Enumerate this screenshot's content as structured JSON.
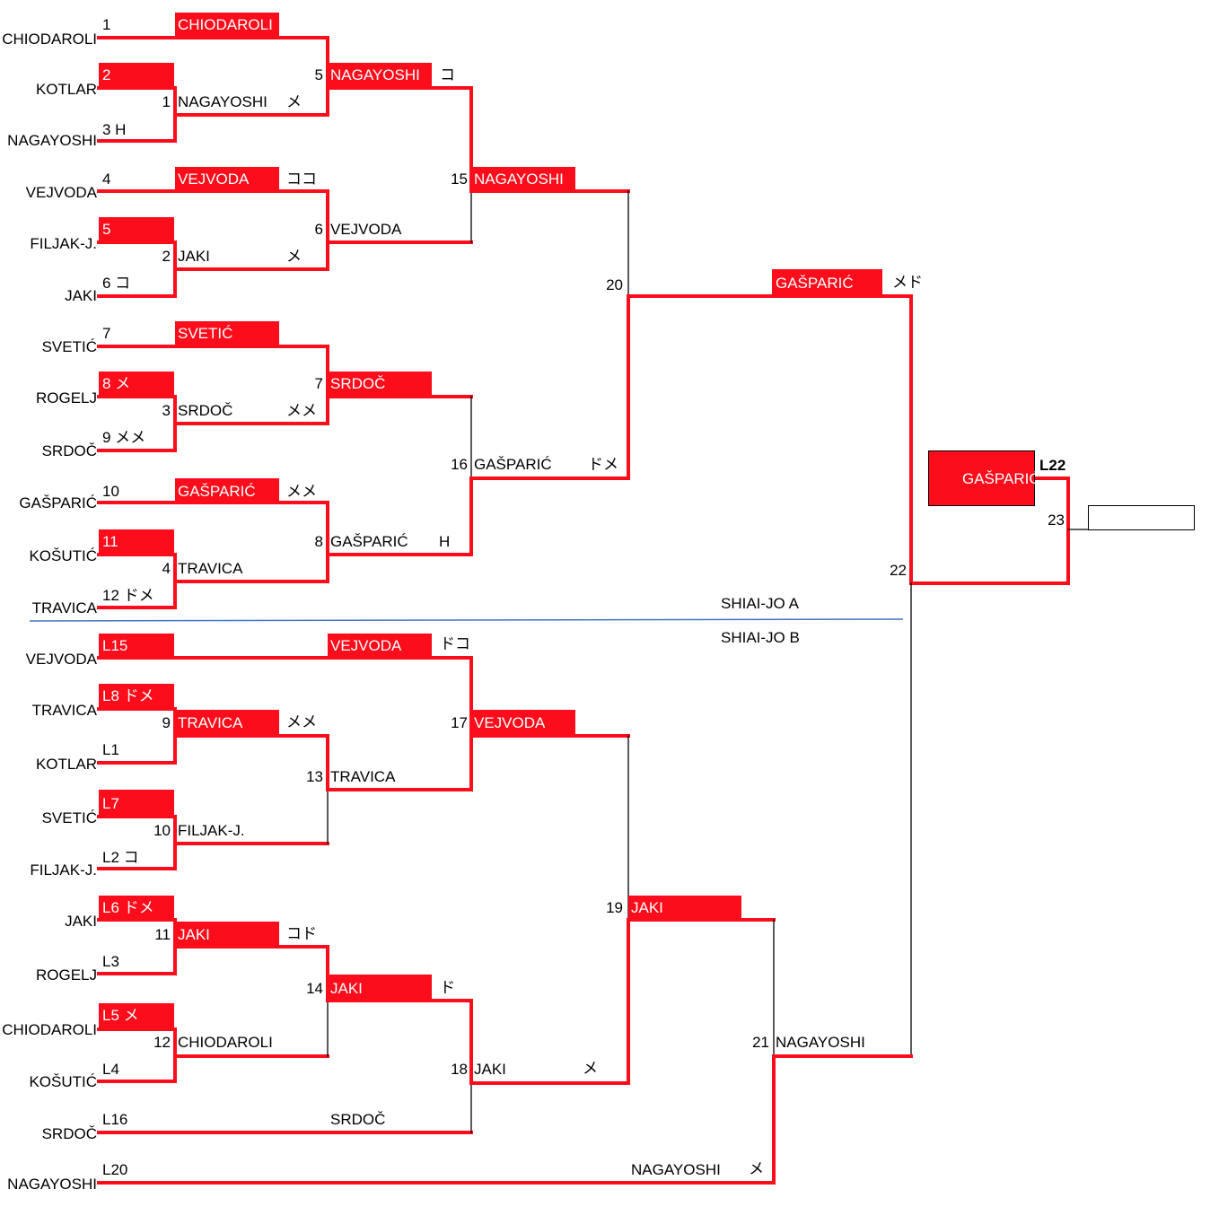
{
  "colors": {
    "win": "#fb0d1b",
    "line": "#000000",
    "divider": "#4472c4"
  },
  "arena": {
    "a": "SHIAI-JO A",
    "b": "SHIAI-JO B"
  },
  "players_a": [
    {
      "n": "1",
      "name": "CHIODAROLI",
      "score": ""
    },
    {
      "n": "2",
      "name": "KOTLAR",
      "score": ""
    },
    {
      "n": "3 H",
      "name": "NAGAYOSHI",
      "score": ""
    },
    {
      "n": "4",
      "name": "VEJVODA",
      "score": ""
    },
    {
      "n": "5",
      "name": "FILJAK-J.",
      "score": ""
    },
    {
      "n": "6 コ",
      "name": "JAKI",
      "score": ""
    },
    {
      "n": "7",
      "name": "SVETIĆ",
      "score": ""
    },
    {
      "n": "8 メ",
      "name": "ROGELJ",
      "score": ""
    },
    {
      "n": "9 メメ",
      "name": "SRDOČ",
      "score": ""
    },
    {
      "n": "10",
      "name": "GAŠPARIĆ",
      "score": ""
    },
    {
      "n": "11",
      "name": "KOŠUTIĆ",
      "score": ""
    },
    {
      "n": "12 ドメ",
      "name": "TRAVICA",
      "score": ""
    }
  ],
  "players_b": [
    {
      "n": "L15",
      "name": "VEJVODA"
    },
    {
      "n": "L8 ドメ",
      "name": "TRAVICA"
    },
    {
      "n": "L1",
      "name": "KOTLAR"
    },
    {
      "n": "L7",
      "name": "SVETIĆ"
    },
    {
      "n": "L2 コ",
      "name": "FILJAK-J."
    },
    {
      "n": "L6 ドメ",
      "name": "JAKI"
    },
    {
      "n": "L3",
      "name": "ROGELJ"
    },
    {
      "n": "L5 メ",
      "name": "CHIODAROLI"
    },
    {
      "n": "L4",
      "name": "KOŠUTIĆ"
    },
    {
      "n": "L16",
      "name": "SRDOČ"
    },
    {
      "n": "L20",
      "name": "NAGAYOSHI"
    }
  ],
  "r1": [
    {
      "name": "CHIODAROLI",
      "score": ""
    },
    {
      "name": "VEJVODA",
      "score": "ココ"
    },
    {
      "name": "SVETIĆ",
      "score": ""
    },
    {
      "name": "GAŠPARIĆ",
      "score": "メメ"
    }
  ],
  "m1": [
    {
      "n": "1",
      "name": "NAGAYOSHI",
      "score": "メ"
    },
    {
      "n": "2",
      "name": "JAKI",
      "score": "メ"
    },
    {
      "n": "3",
      "name": "SRDOČ",
      "score": "メメ"
    },
    {
      "n": "4",
      "name": "TRAVICA",
      "score": ""
    }
  ],
  "r2": [
    {
      "n": "5",
      "name": "NAGAYOSHI",
      "score": "コ"
    },
    {
      "n": "6",
      "name": "VEJVODA",
      "score": ""
    },
    {
      "n": "7",
      "name": "SRDOČ",
      "score": ""
    },
    {
      "n": "8",
      "name": "GAŠPARIĆ",
      "score": "H"
    }
  ],
  "r3": [
    {
      "n": "15",
      "name": "NAGAYOSHI",
      "score": ""
    },
    {
      "n": "16",
      "name": "GAŠPARIĆ",
      "score": "ドメ"
    }
  ],
  "r4": {
    "n": "20",
    "name": "GAŠPARIĆ",
    "score": "メド"
  },
  "final": {
    "n": "22",
    "name": "GAŠPARIĆ",
    "l": "L22",
    "n23": "23"
  },
  "b": {
    "vejvoda_top": {
      "name": "VEJVODA",
      "score": "ドコ"
    },
    "m9": {
      "n": "9",
      "name": "TRAVICA",
      "score": "メメ"
    },
    "m13": {
      "n": "13",
      "name": "TRAVICA"
    },
    "m17": {
      "n": "17",
      "name": "VEJVODA"
    },
    "m10": {
      "n": "10",
      "name": "FILJAK-J."
    },
    "m11": {
      "n": "11",
      "name": "JAKI",
      "score": "コド"
    },
    "m14": {
      "n": "14",
      "name": "JAKI",
      "score": "ド"
    },
    "m12": {
      "n": "12",
      "name": "CHIODAROLI"
    },
    "m18": {
      "n": "18",
      "name": "JAKI",
      "score": "メ"
    },
    "srdoc": {
      "name": "SRDOČ"
    },
    "m19": {
      "n": "19",
      "name": "JAKI"
    },
    "m21": {
      "n": "21",
      "name": "NAGAYOSHI"
    },
    "nagayoshi_bottom": {
      "name": "NAGAYOSHI",
      "score": "メ"
    }
  }
}
